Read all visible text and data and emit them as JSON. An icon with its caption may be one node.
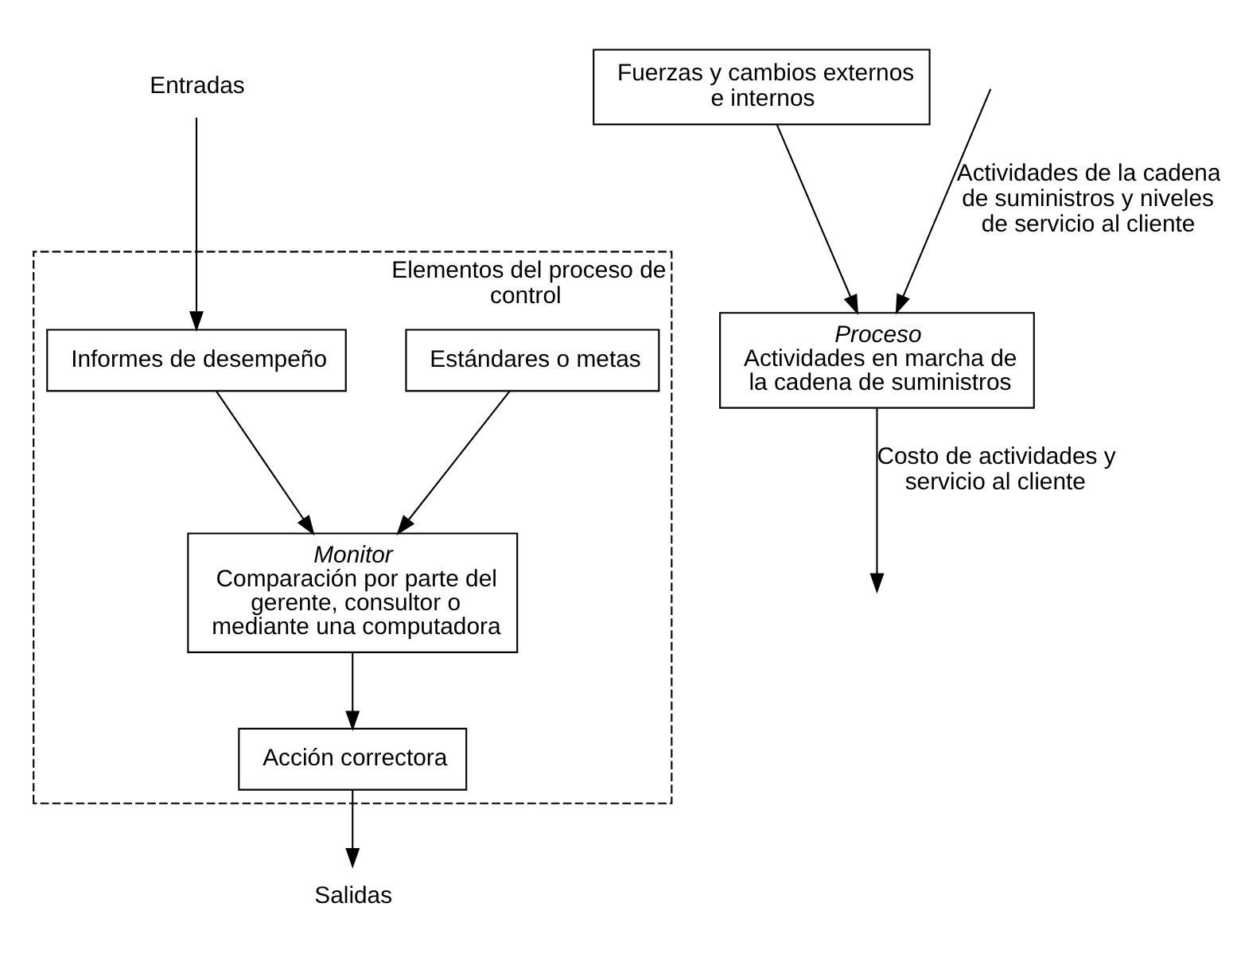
{
  "diagram": {
    "nodes": [
      {
        "text": [
          "Elementos del proceso de control"
        ]
      },
      {
        "text": [
          "Estándares o metas"
        ],
        "in": 0
      },
      {
        "text": [
          "Acción correctora"
        ],
        "in": 0
      },
      {
        "text": [
          "Monitor",
          "Comparación por parte del gerente, consultor o mediante una computadora"
        ],
        "in": 0
      },
      {
        "text": [
          "Informes de desempeño"
        ],
        "in": 0
      },
      {
        "text": [
          "Proceso",
          "Actividades en marcha de la cadena de suministros"
        ]
      },
      {
        "text": [
          "Fuerzas y cambios externos e internos"
        ]
      },
      {
        "text": [
          "Salidas"
        ]
      },
      {
        "text": [
          "Entradas"
        ]
      }
    ],
    "edges": [
      {
        "from": 1,
        "to": 3,
        "arrow": "to"
      },
      {
        "from": 4,
        "to": 3,
        "arrow": "to"
      },
      {
        "from": 3,
        "to": 2,
        "arrow": "to"
      },
      {
        "from": 2,
        "to": 7,
        "arrow": "to"
      },
      {
        "from": 8,
        "to": 4,
        "arrow": "to"
      },
      {
        "from": null,
        "to": 5,
        "arrow": "to",
        "label": "Actividades de la cadena de suministros y niveles de servicio al cliente"
      },
      {
        "from": 5,
        "to": null,
        "arrow": "to",
        "label": "Costo de actividades y servicio al cliente"
      },
      {
        "from": 6,
        "to": 5,
        "arrow": "to"
      }
    ]
  }
}
